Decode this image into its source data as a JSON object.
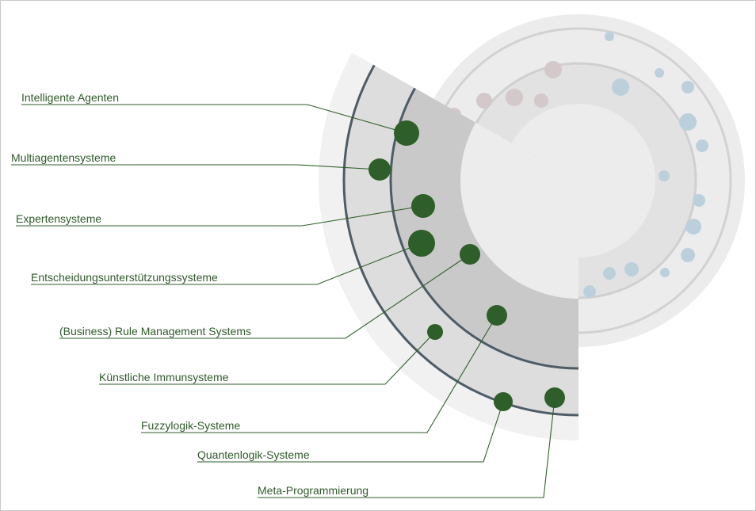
{
  "labels": [
    "Intelligente Agenten",
    "Multiagentensysteme",
    "Expertensysteme",
    "Entscheidungsunterstützungssysteme",
    "(Business) Rule Management Systems",
    "Künstliche Immunsysteme",
    "Fuzzylogik-Systeme",
    "Quantenlogik-Systeme",
    "Meta-Programmierung"
  ],
  "colors": {
    "item_dot": "#2e5e29",
    "leader_line": "#2e5e29",
    "label_text": "#2f5a2a",
    "ring_line": "#4d5c66",
    "blue_dot": "#bcd0dc",
    "mauve_dot": "#d3c8ca"
  }
}
